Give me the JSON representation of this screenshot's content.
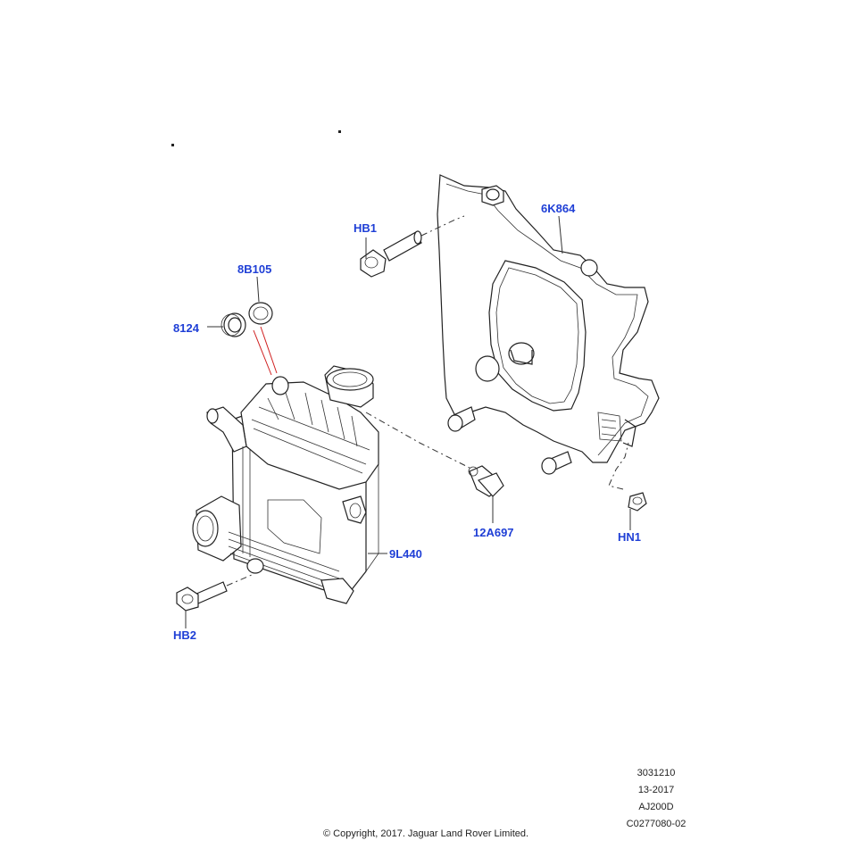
{
  "callouts": {
    "hb1": "HB1",
    "p6k864": "6K864",
    "p8b105": "8B105",
    "p8124": "8124",
    "p12a697": "12A697",
    "hn1": "HN1",
    "p9l440": "9L440",
    "hb2": "HB2"
  },
  "footer": {
    "codes": [
      "3031210",
      "13-2017",
      "AJ200D",
      "C0277080-02"
    ],
    "copyright": "© Copyright, 2017. Jaguar Land Rover Limited."
  },
  "colors": {
    "callout_blue": "#1f3fd6",
    "line": "#222222",
    "red_leader": "#d02020"
  }
}
